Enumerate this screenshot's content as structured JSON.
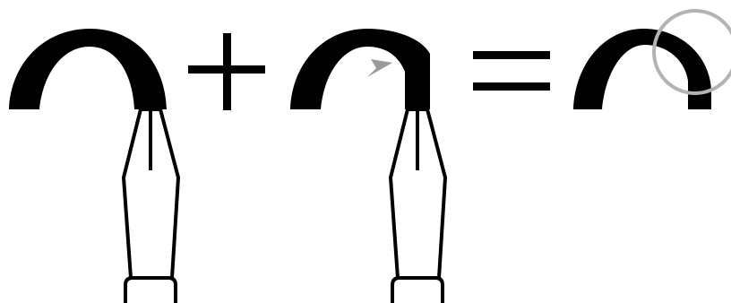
{
  "colors": {
    "ink": "#000000",
    "background": "#ffffff",
    "highlight_circle": "#b3b3b3",
    "arrow": "#9a9a9a"
  },
  "equation": {
    "terms": [
      {
        "name": "full-arch-stroke-with-pen-nib",
        "shape": "arch-swelling-right"
      },
      {
        "name": "partial-arch-stroke-with-pen-nib",
        "shape": "arch-starting-mid-left"
      },
      {
        "name": "resulting-glyph-arch",
        "shape": "arch-both-legs"
      }
    ],
    "operators": [
      "+",
      "="
    ],
    "annotations": [
      {
        "name": "direction-arrow",
        "icon": "arrowhead-left"
      },
      {
        "name": "detail-circle",
        "icon": "magnifier-circle"
      }
    ]
  }
}
